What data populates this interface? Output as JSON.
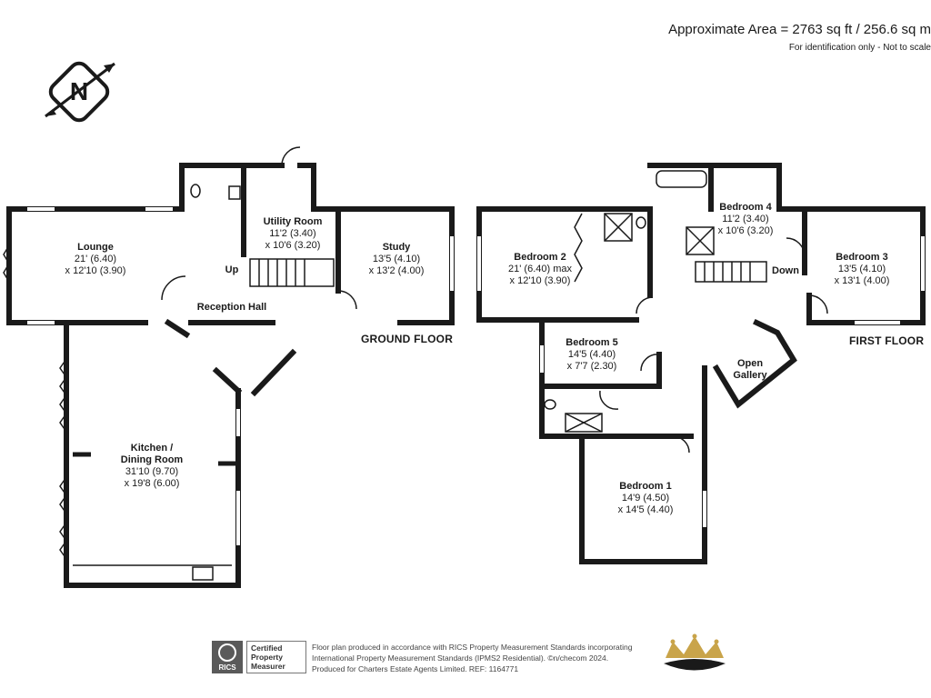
{
  "header": {
    "area": "Approximate Area = 2763 sq ft / 256.6 sq m",
    "note": "For identification only - Not to scale"
  },
  "compass": {
    "letter": "N",
    "icon": "north-compass-icon"
  },
  "ground_floor": {
    "label": "GROUND FLOOR",
    "rooms": [
      {
        "name": "Lounge",
        "dim1": "21' (6.40)",
        "dim2": "x 12'10 (3.90)"
      },
      {
        "name": "Utility Room",
        "dim1": "11'2 (3.40)",
        "dim2": "x 10'6 (3.20)"
      },
      {
        "name": "Study",
        "dim1": "13'5 (4.10)",
        "dim2": "x 13'2 (4.00)"
      },
      {
        "name": "Reception Hall",
        "dim1": "",
        "dim2": ""
      },
      {
        "name": "Kitchen /",
        "name2": "Dining Room",
        "dim1": "31'10 (9.70)",
        "dim2": "x 19'8 (6.00)"
      }
    ],
    "stairs_label": "Up"
  },
  "first_floor": {
    "label": "FIRST FLOOR",
    "rooms": [
      {
        "name": "Bedroom 2",
        "dim1": "21' (6.40) max",
        "dim2": "x 12'10 (3.90)"
      },
      {
        "name": "Bedroom 4",
        "dim1": "11'2 (3.40)",
        "dim2": "x 10'6 (3.20)"
      },
      {
        "name": "Bedroom 3",
        "dim1": "13'5 (4.10)",
        "dim2": "x 13'1 (4.00)"
      },
      {
        "name": "Bedroom 5",
        "dim1": "14'5 (4.40)",
        "dim2": "x 7'7 (2.30)"
      },
      {
        "name": "Open",
        "name2": "Gallery",
        "dim1": "",
        "dim2": ""
      },
      {
        "name": "Bedroom 1",
        "dim1": "14'9 (4.50)",
        "dim2": "x 14'5 (4.40)"
      }
    ],
    "stairs_label": "Down"
  },
  "footer": {
    "rics_word": "RICS",
    "cert_line1": "Certified",
    "cert_line2": "Property",
    "cert_line3": "Measurer",
    "line1": "Floor plan produced in accordance with RICS Property Measurement Standards incorporating",
    "line2": "International Property Measurement Standards (IPMS2 Residential).  ©n/checom 2024.",
    "line3": "Produced for Charters Estate Agents Limited.   REF: 1164771",
    "logo_icon": "crown-logo-icon"
  },
  "colors": {
    "wall": "#1a1a1a",
    "accent_gold": "#c9a44a",
    "text_grey": "#444444"
  }
}
